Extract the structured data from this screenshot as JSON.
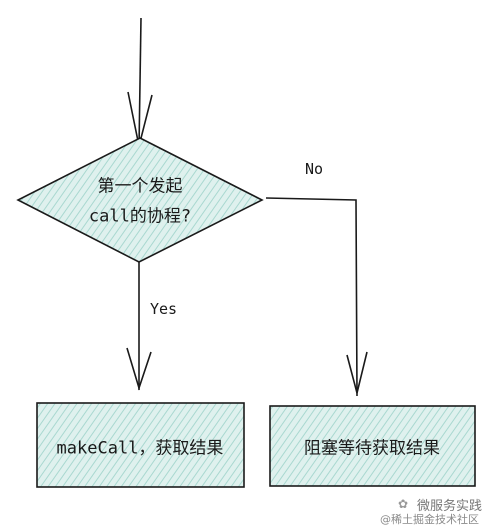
{
  "decision": {
    "line1": "第一个发起",
    "line2": "call的协程?"
  },
  "branch_no": "No",
  "branch_yes": "Yes",
  "box_left": "makeCall，获取结果",
  "box_right": "阻塞等待获取结果",
  "watermark": {
    "line1": "微服务实践",
    "line2": "@稀土掘金技术社区"
  },
  "colors": {
    "fill": "#cde9e4",
    "stroke": "#1a1a1a"
  }
}
